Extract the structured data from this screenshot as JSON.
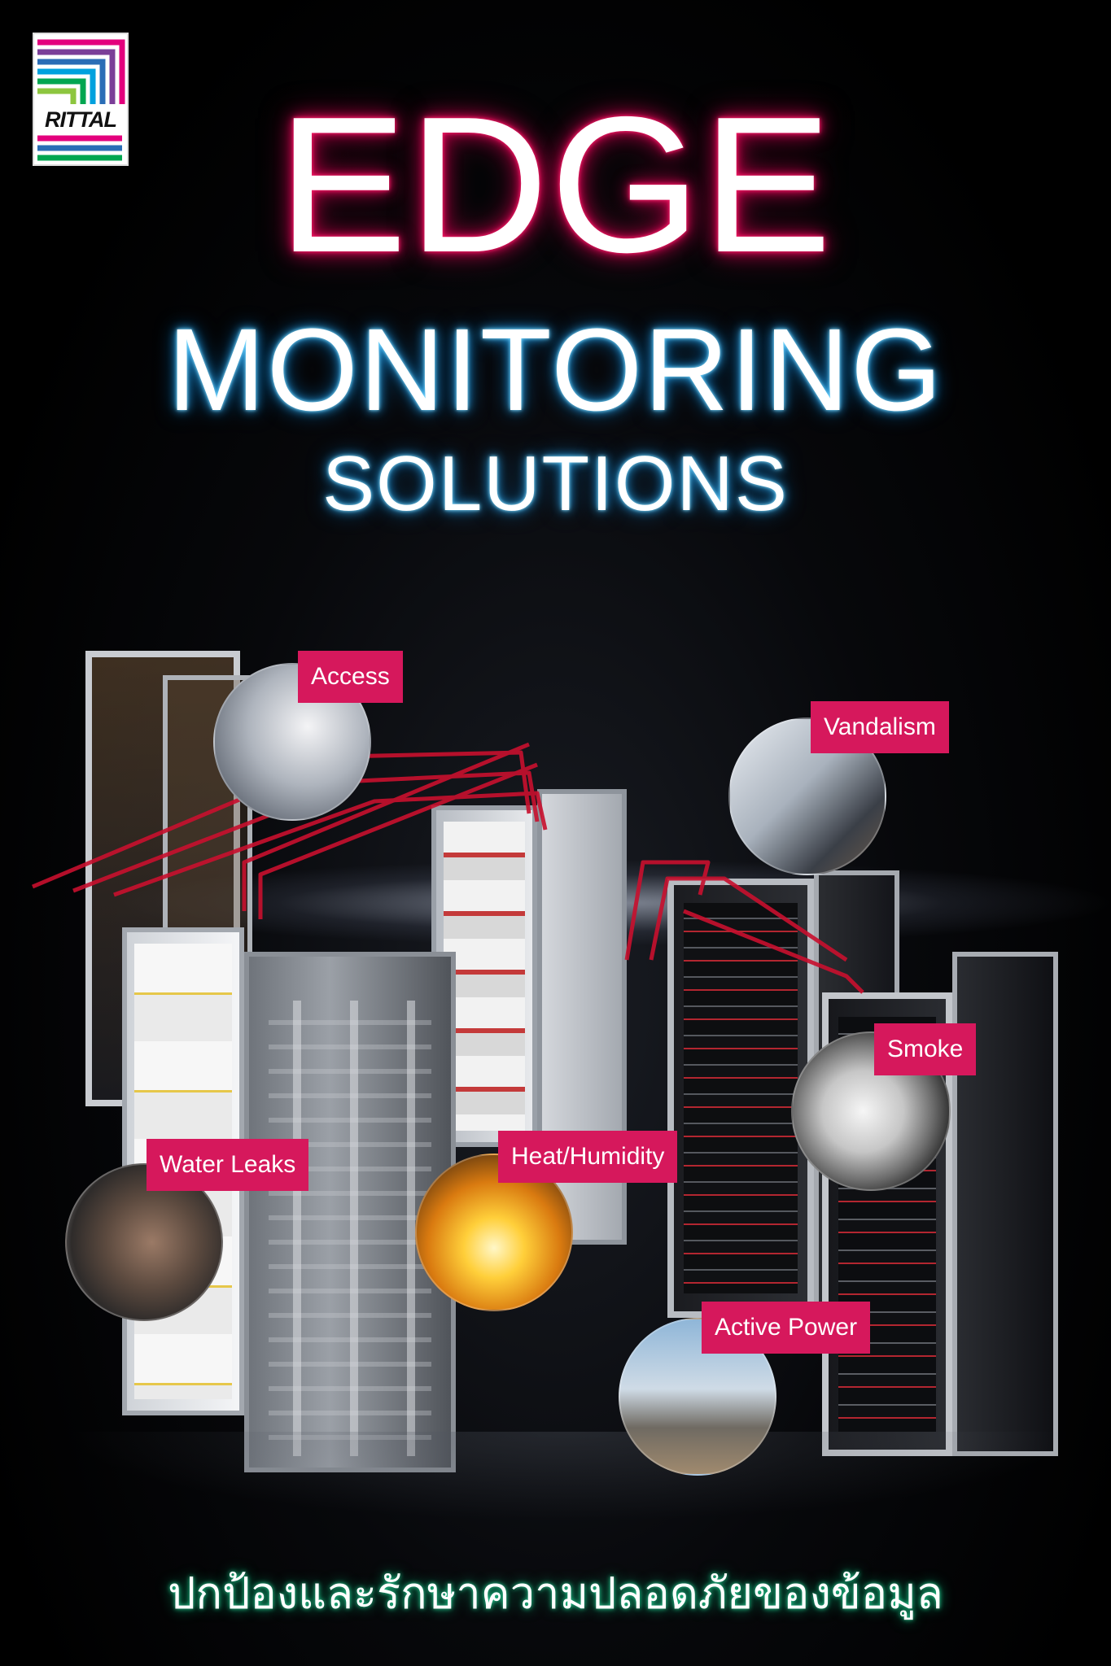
{
  "brand": {
    "name": "RITTAL",
    "colors": [
      "#e3007d",
      "#7b3f98",
      "#2a6db6",
      "#00a1de",
      "#00a651",
      "#8dc63f"
    ]
  },
  "headline": {
    "line1": "EDGE",
    "line2": "MONITORING",
    "line3": "SOLUTIONS"
  },
  "features": {
    "access": "Access",
    "vandalism": "Vandalism",
    "smoke": "Smoke",
    "water_leaks": "Water Leaks",
    "heat_humidity": "Heat/Humidity",
    "active_power": "Active Power"
  },
  "tagline": "ปกป้องและรักษาความปลอดภัยของข้อมูล",
  "accent_colors": {
    "tag": "#d6185c",
    "edge_glow": "#e0115a",
    "monitoring_glow": "#30b4ff",
    "tagline_glow": "#2ae0a0",
    "cable": "#c8102e"
  }
}
